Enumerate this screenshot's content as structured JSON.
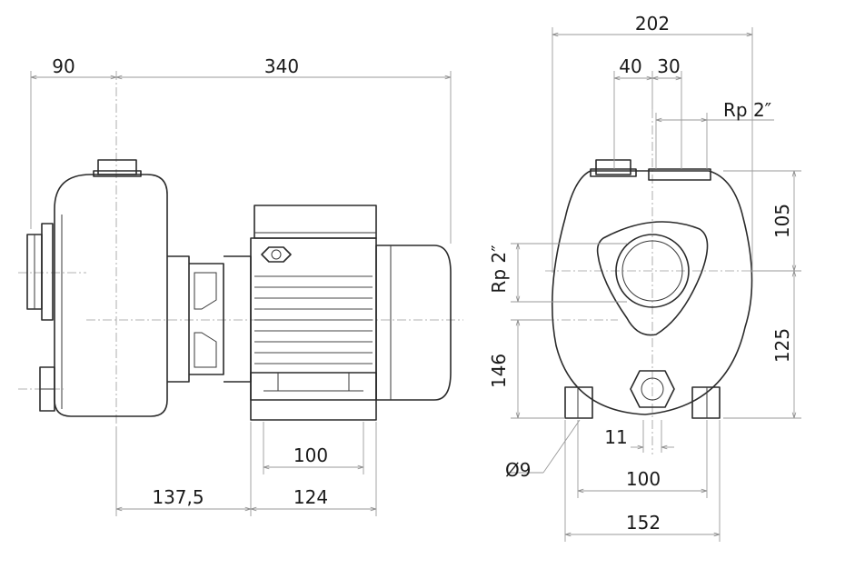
{
  "side_view": {
    "dim_top_left": "90",
    "dim_top_overall": "340",
    "dim_feet_spacing": "100",
    "dim_bottom_left": "137,5",
    "dim_bottom_right": "124"
  },
  "front_view": {
    "dim_overall_width": "202",
    "dim_offset_40": "40",
    "dim_offset_30": "30",
    "label_outlet_thread": "Rp 2″",
    "label_inlet_thread": "Rp 2″",
    "dim_upper_height": "105",
    "dim_lower_height": "125",
    "dim_inlet_height": "146",
    "dim_hole_spacing": "11",
    "label_hole_diameter": "Ø9",
    "dim_feet_spacing": "100",
    "dim_base_width": "152"
  },
  "colors": {
    "line": "#2b2b2b",
    "dimension": "#9a9a9a",
    "text": "#1a1a1a"
  }
}
